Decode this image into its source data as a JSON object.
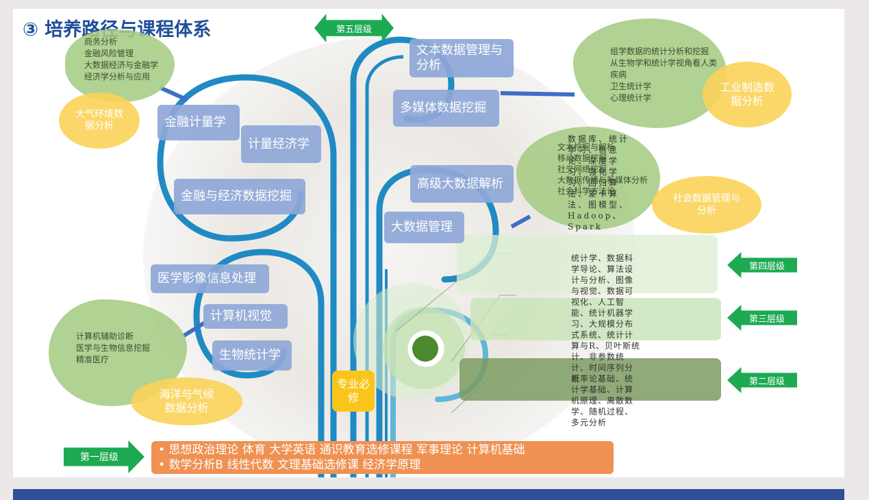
{
  "title": "③  培养路径与课程体系",
  "levels": {
    "fifth": "第五层级",
    "fourth": "第四层级",
    "third": "第三层级",
    "second": "第二层级",
    "first": "第一层级"
  },
  "left_upper": {
    "courses": [
      "金融计量学",
      "计量经济学",
      "金融与经济数据挖掘"
    ],
    "directions": [
      "商务分析",
      "金融风险管理",
      "大数据经济与金融学",
      "经济学分析与应用"
    ],
    "highlight": "大气环境数据分析"
  },
  "left_lower": {
    "courses": [
      "医学影像信息处理",
      "计算机视觉",
      "生物统计学"
    ],
    "directions": [
      "计算机辅助诊断",
      "医学与生物信息挖掘",
      "精准医疗"
    ],
    "highlight": "海洋与气候数据分析"
  },
  "right_upper": {
    "courses": [
      "文本数据管理与分析",
      "多媒体数据挖掘"
    ],
    "directions": [
      "组学数据的统计分析和挖掘",
      "从生物学和统计学视角看人类疾病",
      "卫生统计学",
      "心理统计学"
    ],
    "highlight": "工业制造数据分析"
  },
  "right_middle": {
    "courses": [
      "高级大数据解析",
      "大数据管理"
    ],
    "directions": [
      "文本挖掘与解析",
      "移动数据挖掘",
      "社交网络挖掘",
      "大数据传播与新媒体分析",
      "社会科学方法论"
    ],
    "highlight": "社会数据管理与分析"
  },
  "layer_columns": {
    "col_a": "数据库、统计学习、信息论、深度学习、强化学习、回归算法、蒙卡算法、图模型、Hadoop、Spark",
    "col_b": "统计学、数据科学导论、算法设计与分析、图像与视觉、数据可视化、人工智能、统计机器学习、大规模分布式系统、统计计算与R、贝叶斯统计、非参数统计、时间序列分析",
    "col_c": "概率论基础、统计学基础、计算机原理、离散数学、随机过程、多元分析"
  },
  "elective_box": "专业必修",
  "core_courses": [
    "思想政治理论 体育 大学英语 通识教育选修课程 军事理论 计算机基础",
    "数学分析B 线性代数 文理基础选修课 经济学原理"
  ],
  "colors": {
    "stem_blue": "#1f8ac4",
    "course_pill": "#8fa8d8",
    "green_blob": "#a6cc84",
    "yellow_blob": "#fbd35a",
    "arrow_green": "#1daa52",
    "core_orange": "#ef9152",
    "elective_yellow": "#f9c51a",
    "title_blue": "#1f4e9a",
    "bottom_bar": "#2f4f96"
  }
}
